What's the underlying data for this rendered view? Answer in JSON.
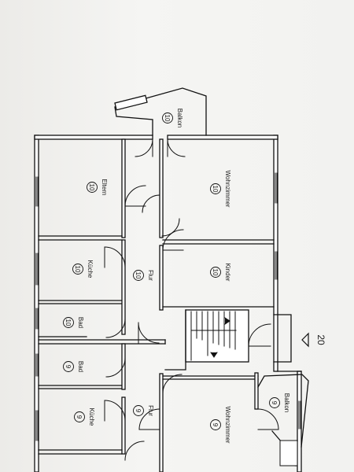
{
  "plan": {
    "rooms": [
      {
        "id": "balkon-top",
        "name": "Balkon",
        "num": "10"
      },
      {
        "id": "eltern",
        "name": "Eltern",
        "num": "10"
      },
      {
        "id": "wohnzimmer-top",
        "name": "Wohnzimmer",
        "num": "10"
      },
      {
        "id": "kueche-top",
        "name": "Küche",
        "num": "10"
      },
      {
        "id": "flur-top",
        "name": "Flur",
        "num": "10"
      },
      {
        "id": "kinder",
        "name": "Kinder",
        "num": "10"
      },
      {
        "id": "bad-top",
        "name": "Bad",
        "num": "10"
      },
      {
        "id": "bad-bottom",
        "name": "Bad",
        "num": "9"
      },
      {
        "id": "kueche-bottom",
        "name": "Küche",
        "num": "9"
      },
      {
        "id": "flur-bottom",
        "name": "Flur",
        "num": "9"
      },
      {
        "id": "wohnzimmer-bottom",
        "name": "Wohnzimmer",
        "num": "9"
      },
      {
        "id": "balkon-bottom",
        "name": "Balkon",
        "num": "9"
      }
    ],
    "entrance": {
      "num": "20"
    }
  }
}
